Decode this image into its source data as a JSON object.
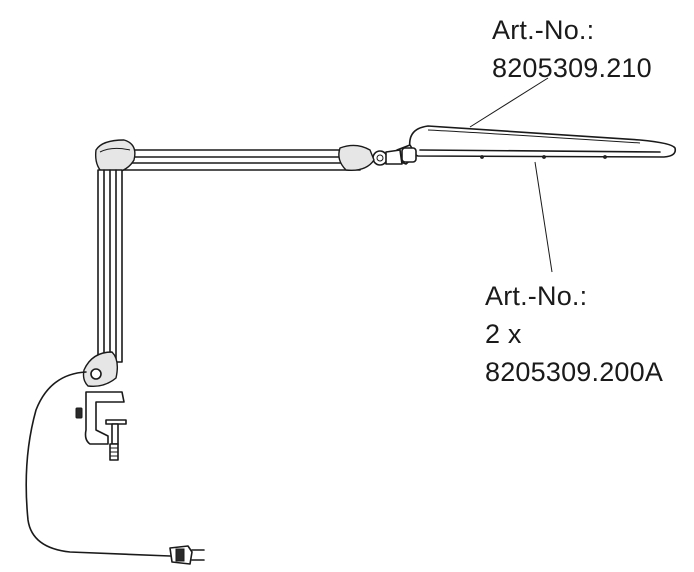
{
  "callouts": {
    "top": {
      "line1": "Art.-No.:",
      "line2": "8205309.210"
    },
    "bottom": {
      "line1": "Art.-No.:",
      "line2": "2 x",
      "line3": "8205309.200A"
    }
  },
  "colors": {
    "line": "#1a1a1a",
    "background": "#ffffff",
    "shade": "#e6e6e6"
  }
}
